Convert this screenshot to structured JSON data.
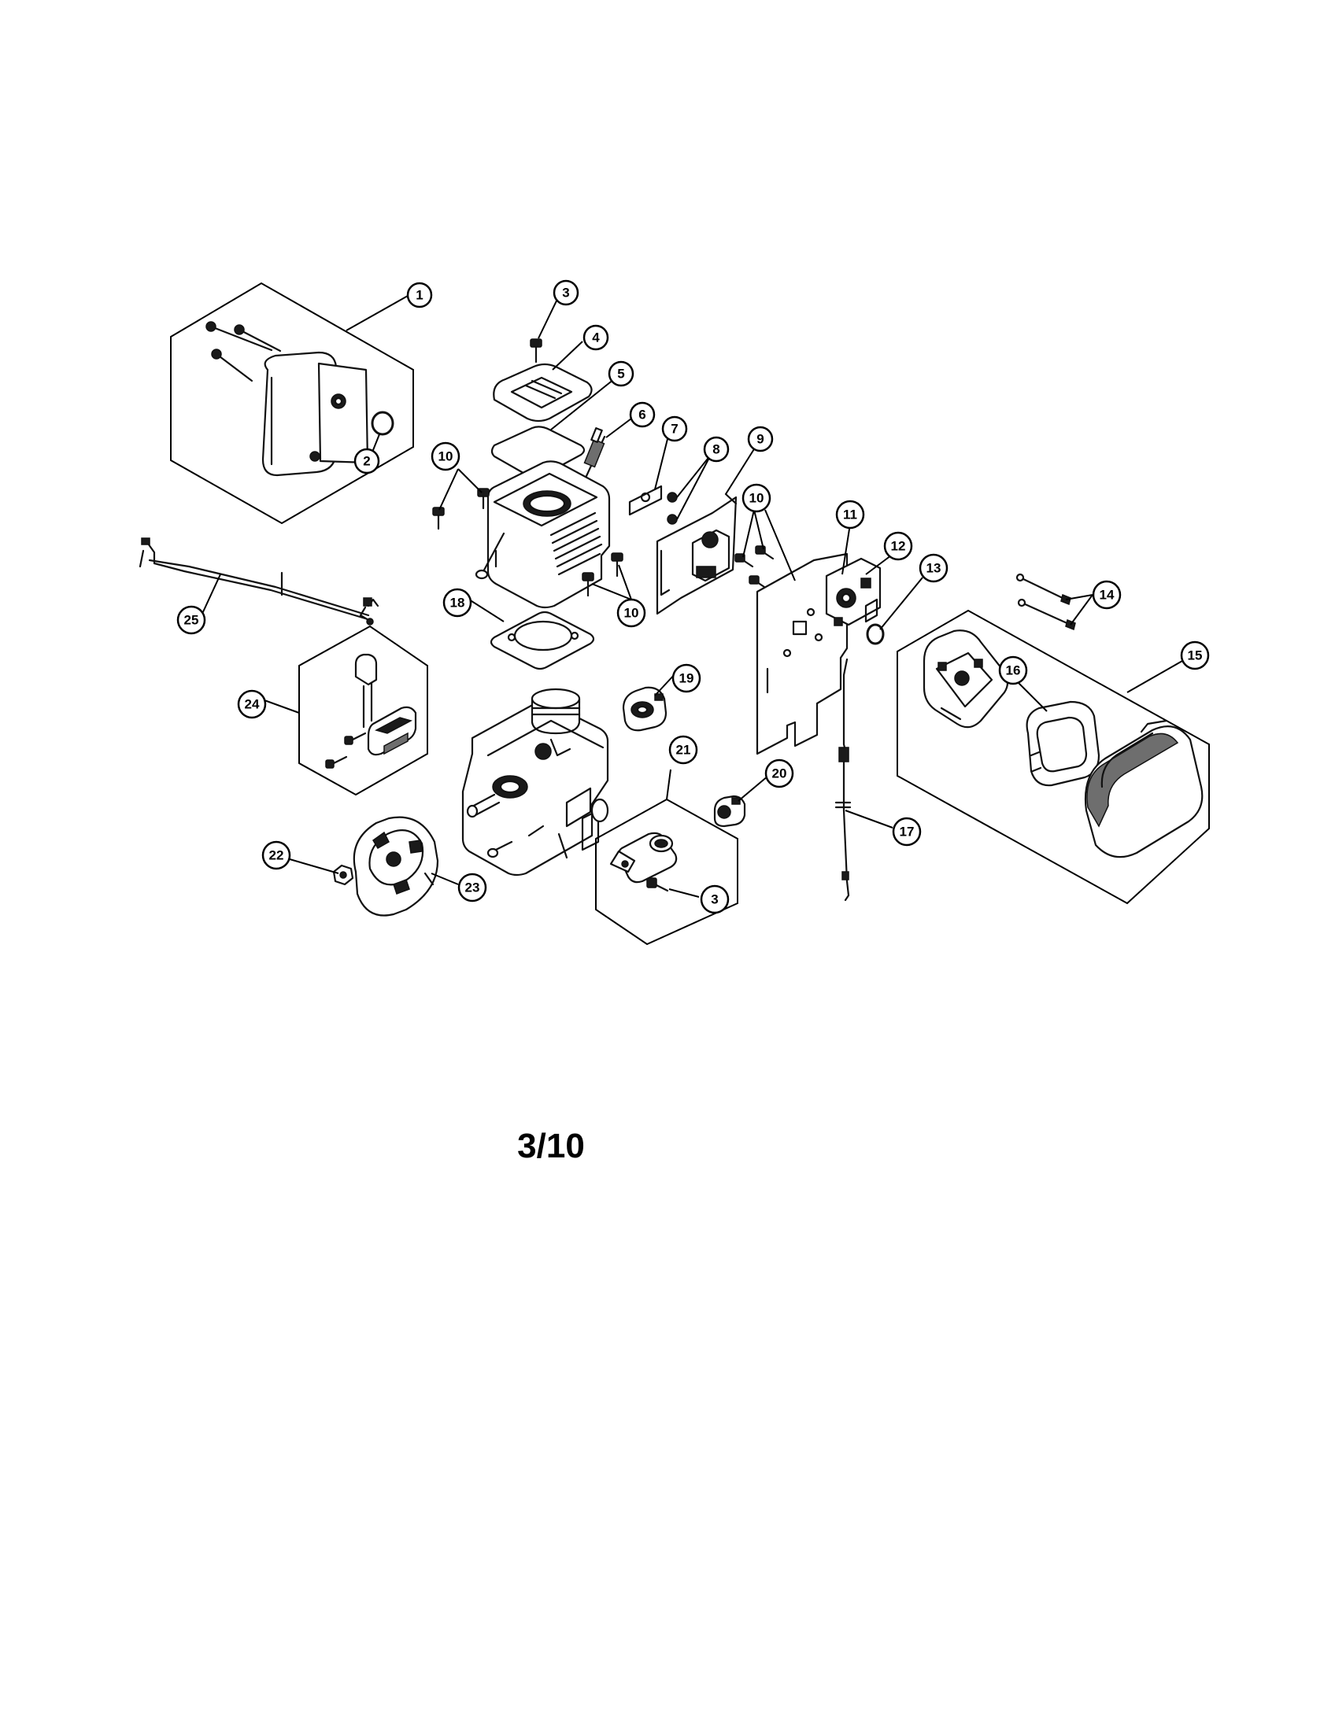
{
  "page_number": "3/10",
  "callouts": [
    "1",
    "2",
    "3",
    "4",
    "5",
    "6",
    "7",
    "8",
    "9",
    "10",
    "10",
    "10",
    "11",
    "12",
    "13",
    "14",
    "15",
    "16",
    "17",
    "18",
    "19",
    "20",
    "21",
    "22",
    "23",
    "24",
    "25",
    "3"
  ]
}
